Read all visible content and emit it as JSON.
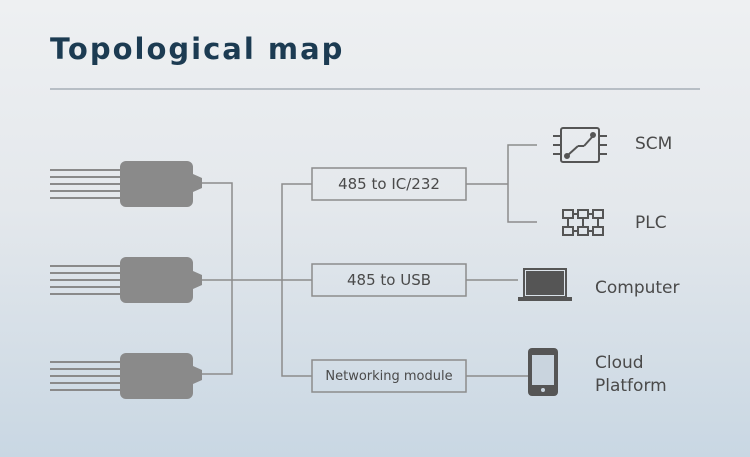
{
  "title": "Topological map",
  "modules": {
    "ic232": "485 to IC/232",
    "usb": "485 to USB",
    "network": "Networking module"
  },
  "devices": {
    "scm": "SCM",
    "plc": "PLC",
    "computer": "Computer",
    "cloud_line1": "Cloud",
    "cloud_line2": "Platform"
  },
  "colors": {
    "line": "#8c8c8c",
    "sensor": "#8a8a8a",
    "title": "#1c3b52",
    "icon": "#555555"
  }
}
